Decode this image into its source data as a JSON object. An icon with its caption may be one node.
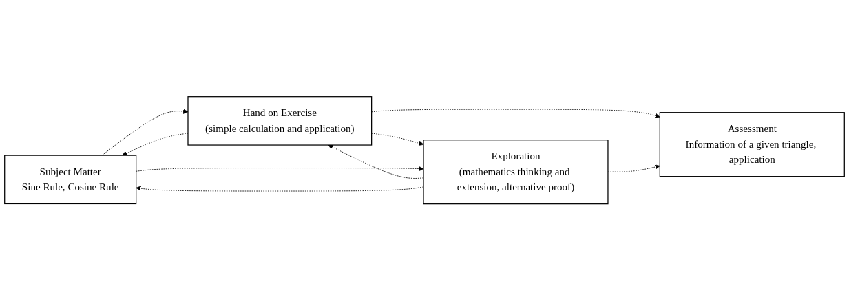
{
  "diagram": {
    "nodes": [
      {
        "text": [
          "Subject Matter",
          "Sine Rule, Cosine Rule"
        ]
      },
      {
        "text": [
          "Hand on Exercise",
          "(simple calculation and application)"
        ]
      },
      {
        "text": [
          "Assessment",
          "Information of a given triangle, application"
        ]
      },
      {
        "text": [
          "Exploration",
          "(mathematics thinking and extension, alternative proof)"
        ]
      }
    ],
    "edges": [
      {
        "from": 0,
        "to": 1,
        "arrow": "to",
        "style": "dashed"
      },
      {
        "from": 1,
        "to": 0,
        "arrow": "to",
        "style": "dashed"
      },
      {
        "from": 1,
        "to": 2,
        "arrow": "to",
        "style": "dashed"
      },
      {
        "from": 1,
        "to": 3,
        "arrow": "to",
        "style": "dashed"
      },
      {
        "from": 3,
        "to": 1,
        "arrow": "to",
        "style": "dashed"
      },
      {
        "from": 3,
        "to": 0,
        "arrow": "to",
        "style": "dashed"
      },
      {
        "from": 0,
        "to": 3,
        "arrow": "to",
        "style": "dashed"
      },
      {
        "from": 3,
        "to": 2,
        "arrow": "to",
        "style": "dashed"
      }
    ]
  }
}
